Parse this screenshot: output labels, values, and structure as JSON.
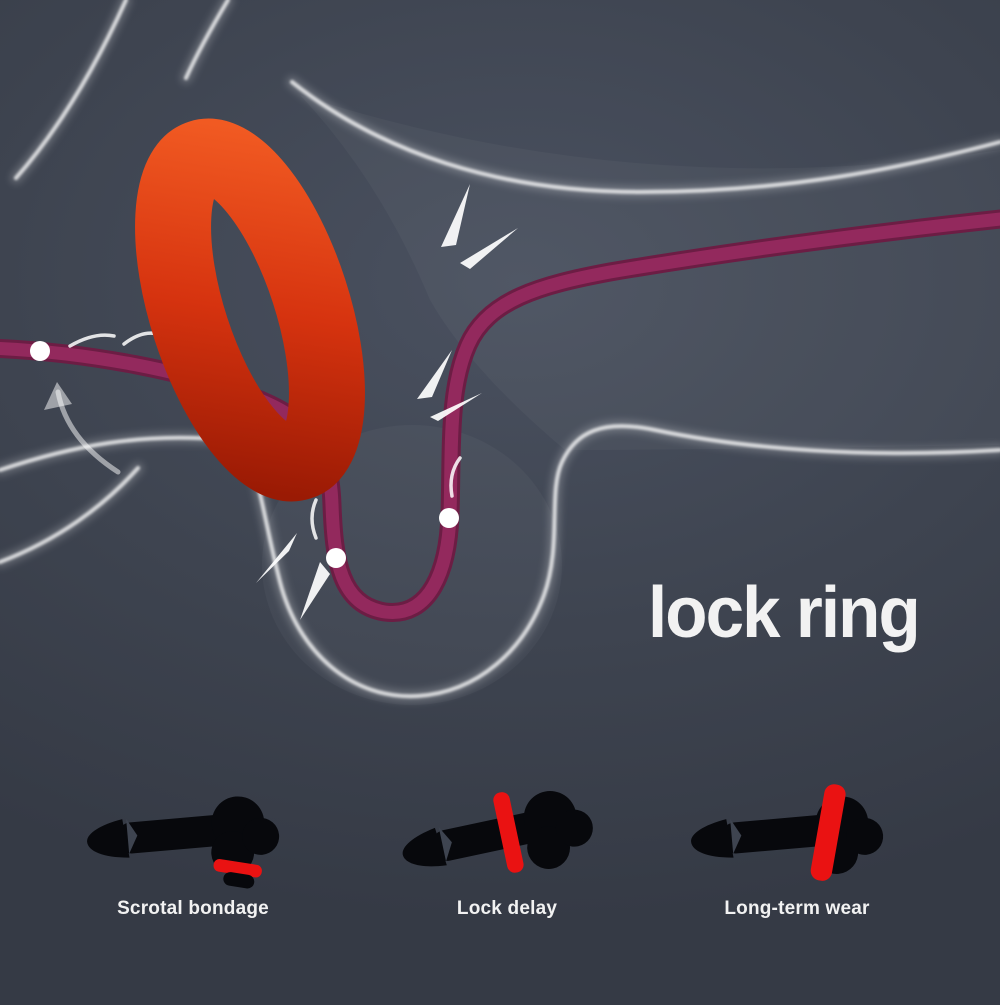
{
  "title": {
    "text": "lock ring"
  },
  "features": [
    {
      "label": "Scrotal bondage"
    },
    {
      "label": "Lock delay"
    },
    {
      "label": "Long-term wear"
    }
  ],
  "colors": {
    "background": "#3e4450",
    "background_light": "#4a5160",
    "background_dark": "#353a45",
    "outline": "#ffffff",
    "tube": "#93295d",
    "tube_dark": "#6c1d44",
    "ring_light": "#f15a22",
    "ring_mid": "#d6330f",
    "ring_dark": "#9a1a04",
    "band": "#ea1212",
    "silhouette": "#07080c",
    "text": "#f2f2f2"
  }
}
